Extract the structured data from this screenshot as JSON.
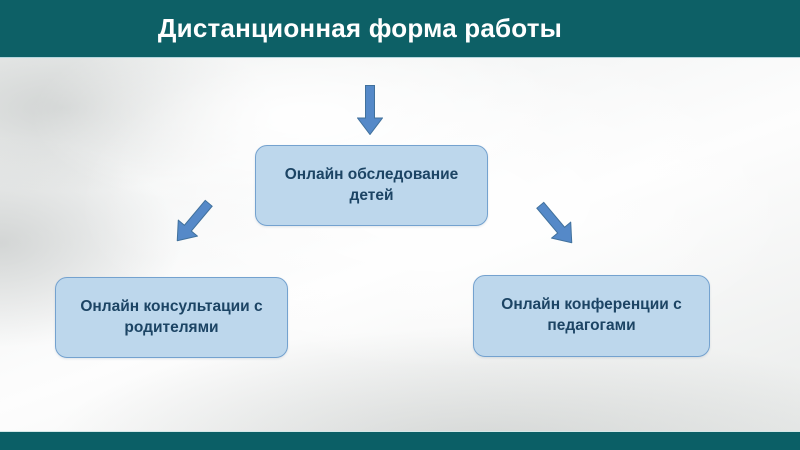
{
  "slide": {
    "title": "Дистанционная форма работы",
    "theme": {
      "header_color": "#0d6066",
      "header_line_color": "#b5d6dd",
      "footer_color": "#0b5f66",
      "footer_line_color": "#d5e8e8",
      "title_color": "#ffffff",
      "box_fill": "#bdd7ec",
      "box_border": "#74a2cf",
      "box_text_color": "#1c4464",
      "arrow_fill": "#5589c8",
      "arrow_border": "#41719c"
    },
    "diagram": {
      "top_box": {
        "label": "Онлайн обследование детей"
      },
      "left_box": {
        "label": "Онлайн консультации с родителями"
      },
      "right_box": {
        "label": "Онлайн конференции с педагогами"
      },
      "arrows": [
        {
          "name": "arrow-down",
          "direction": "down",
          "from": "title",
          "to": "top_box"
        },
        {
          "name": "arrow-down-left",
          "direction": "down-left",
          "from": "top_box",
          "to": "left_box"
        },
        {
          "name": "arrow-down-right",
          "direction": "down-right",
          "from": "top_box",
          "to": "right_box"
        }
      ]
    }
  }
}
